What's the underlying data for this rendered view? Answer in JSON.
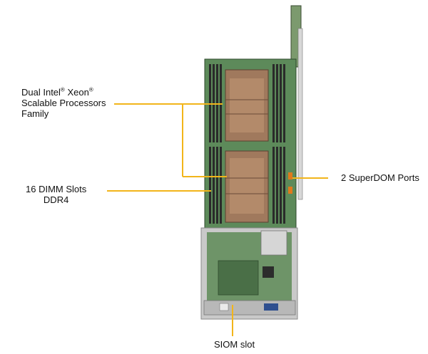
{
  "labels": {
    "cpu": {
      "line1_a": "Dual Intel",
      "line1_b": " Xeon",
      "reg": "®",
      "line2": "Scalable Processors",
      "line3": "Family"
    },
    "dimm": {
      "line1": "16 DIMM Slots",
      "line2": "DDR4"
    },
    "superdom": "2 SuperDOM Ports",
    "siom": "SIOM slot"
  },
  "colors": {
    "callout_line": "#f2b51a",
    "board_green": "#5d8a5a",
    "dimm_dark": "#2a2a2a",
    "heatsink_copper": "#a0795d",
    "chassis_silver": "#c9c9c9"
  }
}
